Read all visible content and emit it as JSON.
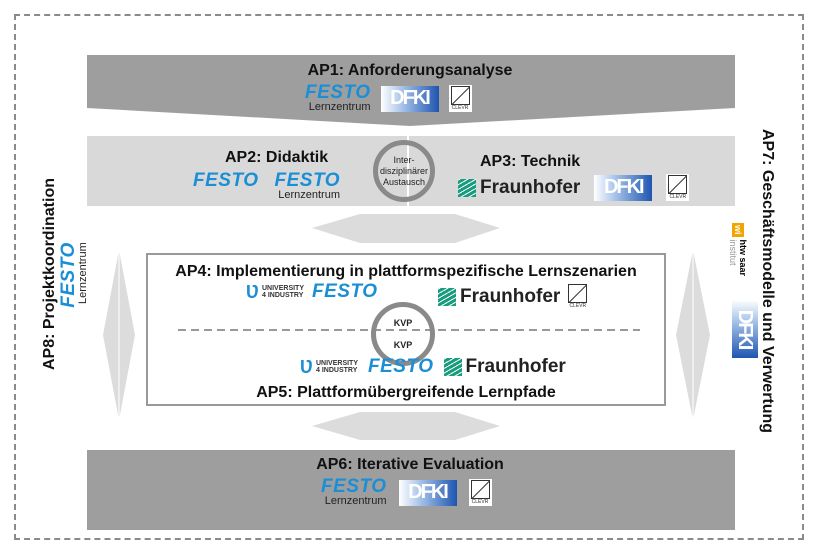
{
  "ap1": {
    "title": "AP1: Anforderungsanalyse"
  },
  "ap2": {
    "title": "AP2: Didaktik"
  },
  "ap3": {
    "title": "AP3: Technik"
  },
  "exchange": {
    "line1": "Inter-",
    "line2": "disziplinärer",
    "line3": "Austausch"
  },
  "ap4": {
    "title": "AP4: Implementierung in plattformspezifische Lernszenarien"
  },
  "ap5": {
    "title": "AP5: Plattformübergreifende Lernpfade"
  },
  "kvp": {
    "top": "KVP",
    "bottom": "KVP"
  },
  "ap6": {
    "title": "AP6: Iterative Evaluation"
  },
  "ap7": {
    "title": "AP7: Geschäftsmodelle und Verwertung",
    "htw": "htw saar",
    "wi": "wi",
    "institut": "institut"
  },
  "ap8": {
    "title": "AP8: Projektkoordination"
  },
  "logos": {
    "festo": "FESTO",
    "lernzentrum": "Lernzentrum",
    "dfki": "DFKI",
    "clevr": "CLEVR",
    "fraunhofer": "Fraunhofer",
    "u4i_line1": "UNIVERSITY",
    "u4i_line2": "4 INDUSTRY"
  },
  "colors": {
    "dark_band": "#9e9e9e",
    "light_band": "#d9d9d9",
    "festo_blue": "#1a8fd6",
    "fraunhofer_green": "#179c7d"
  }
}
